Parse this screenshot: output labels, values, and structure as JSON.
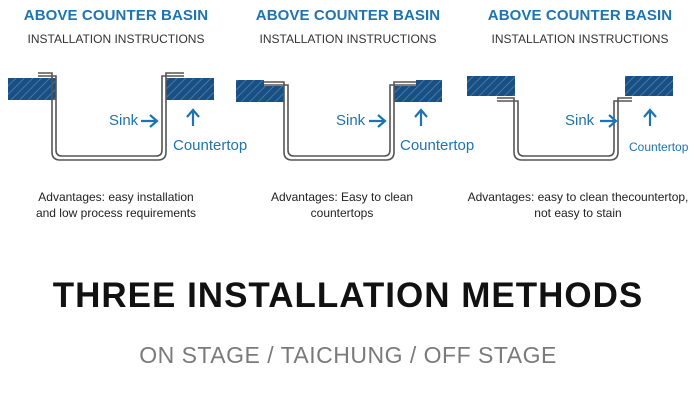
{
  "panels": [
    {
      "title": "ABOVE COUNTER BASIN",
      "subtitle": "INSTALLATION INSTRUCTIONS",
      "sink_label": "Sink",
      "countertop_label": "Countertop",
      "advantages": [
        "Advantages: easy installation",
        "and low process requirements"
      ]
    },
    {
      "title": "ABOVE COUNTER BASIN",
      "subtitle": "INSTALLATION INSTRUCTIONS",
      "sink_label": "Sink",
      "countertop_label": "Countertop",
      "advantages": [
        "Advantages: Easy to clean",
        "countertops"
      ]
    },
    {
      "title": "ABOVE COUNTER BASIN",
      "subtitle": "INSTALLATION INSTRUCTIONS",
      "sink_label": "Sink",
      "countertop_label": "Countertop",
      "advantages": [
        "Advantages: easy to clean thecountertop,",
        "not easy to stain"
      ]
    }
  ],
  "main_title": "THREE INSTALLATION METHODS",
  "methods_line": "ON STAGE / TAICHUNG / OFF STAGE",
  "colors": {
    "accent": "#1f74b0",
    "countertop_fill": "#1b4f80",
    "countertop_hatch": "#3a7bb5",
    "sink_outline": "#555555",
    "title_text": "#111111",
    "subtitle_text": "#7a7a7a"
  },
  "icons": [
    "right-arrow-icon",
    "up-arrow-icon"
  ]
}
